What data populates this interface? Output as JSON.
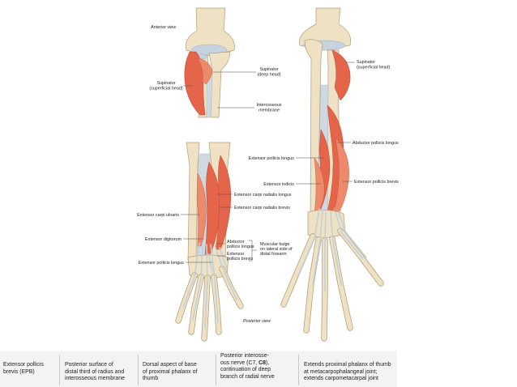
{
  "views": {
    "anterior": "Anterior view",
    "posterior": "Posterior view"
  },
  "labels": {
    "supinator_deep": [
      "Supinator",
      "(deep head)"
    ],
    "supinator_superficial_left": [
      "Supinator",
      "(superficial head)"
    ],
    "interosseous_membrane": [
      "Interosseous",
      "membrane"
    ],
    "supinator_superficial_right": [
      "Supinator",
      "(superficial head)"
    ],
    "abductor_pollicis_longus_right": "Abductor pollicis longus",
    "extensor_pollicis_longus_right": "Extensor pollicis longus",
    "extensor_indicis": "Extensor indicis",
    "extensor_pollicis_brevis_right": "Extensor pollicis brevis",
    "extensor_carpi_radialis_longus": "Extensor carpi radialis longus",
    "extensor_carpi_radialis_brevis": "Extensor carpi radialis brevis",
    "extensor_carpi_ulnaris": "Extensor carpi ulnaris",
    "extensor_digitorum": "Extensor digitorum",
    "abductor_pollicis_longus_left": [
      "Abductor",
      "pollicis longus"
    ],
    "extensor_pollicis_brevis_left": [
      "Extensor",
      "pollicis brevis"
    ],
    "muscular_bulge": [
      "Muscular bulge",
      "on lateral side of",
      "distal forearm"
    ],
    "extensor_pollicis_longus_left": "Extensor pollicis longus"
  },
  "table_row": {
    "muscle": [
      "Extensor pollicis",
      "brevis (EPB)"
    ],
    "origin": [
      "Posterior surface of",
      "distal third of radius and",
      "interosseous membrane"
    ],
    "insertion": [
      "Dorsal aspect of base",
      "of proximal phalanx of",
      "thumb"
    ],
    "innervation": {
      "line1": "Posterior interosse-",
      "line2_pre": "ous nerve (C7, ",
      "line2_bold": "C8",
      "line2_post": "),",
      "line3": "continuation of deep",
      "line4": "branch of radial nerve"
    },
    "action": [
      "Extends proximal phalanx of thumb",
      "at metacarpophalangeal joint;",
      "extends carpometacarpal joint"
    ]
  },
  "colors": {
    "bone": "#efe2c4",
    "bone_edge": "#b39c72",
    "cartilage": "#c6d3df",
    "membrane": "#cfd9e2",
    "muscle": "#e5654a",
    "muscle_edge": "#bf4630",
    "muscle_light": "#ee8a6c",
    "tendon": "#c2d0dc",
    "table_bg": "#f3f3f3",
    "ink": "#222222"
  }
}
